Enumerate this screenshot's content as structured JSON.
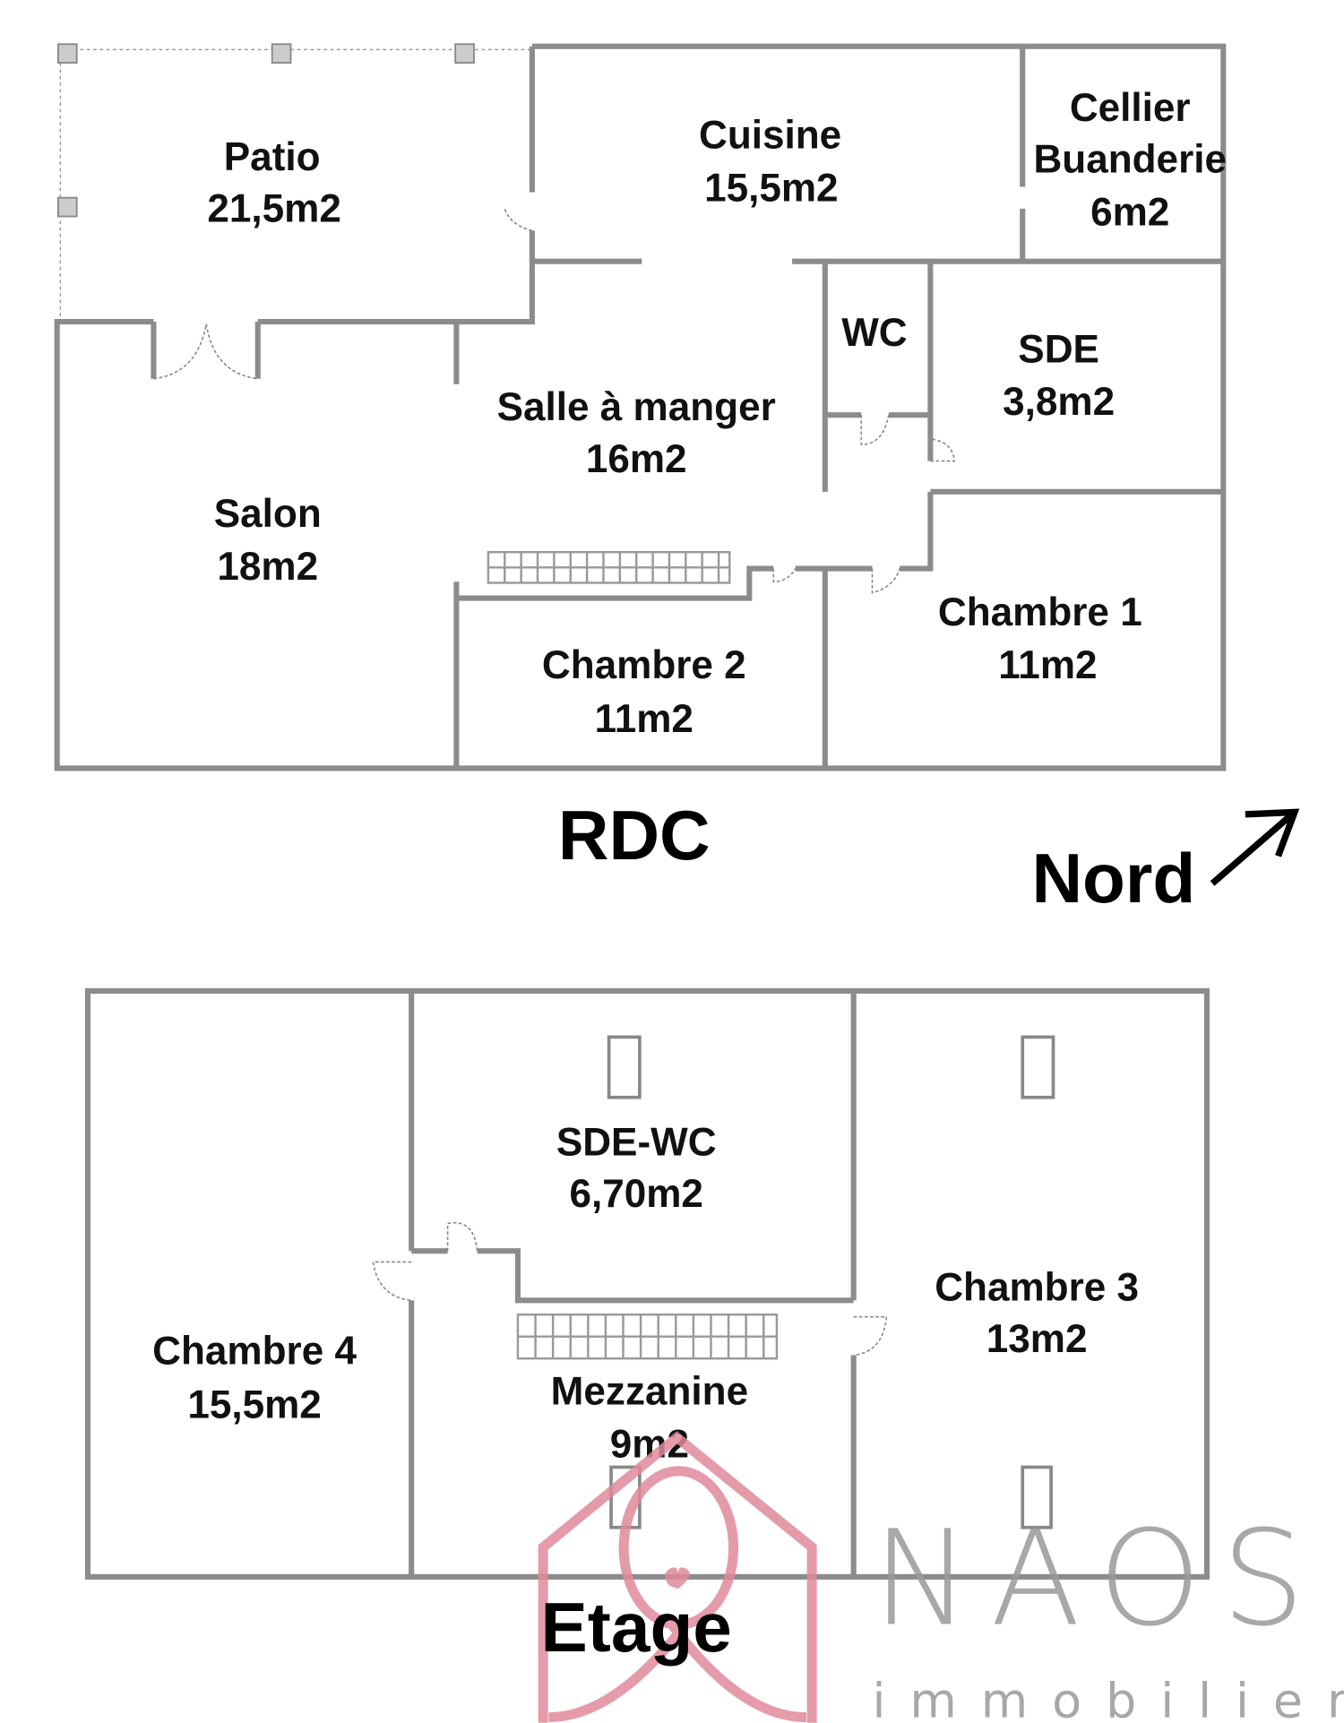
{
  "rdc": {
    "title": "RDC",
    "rooms": [
      {
        "name": "Patio",
        "area": "21,5m2"
      },
      {
        "name": "Cuisine",
        "area": "15,5m2"
      },
      {
        "name": "Cellier",
        "name2": "Buanderie",
        "area": "6m2"
      },
      {
        "name": "WC"
      },
      {
        "name": "SDE",
        "area": "3,8m2"
      },
      {
        "name": "Salle à manger",
        "area": "16m2"
      },
      {
        "name": "Salon",
        "area": "18m2"
      },
      {
        "name": "Chambre 2",
        "area": "11m2"
      },
      {
        "name": "Chambre 1",
        "area": "11m2"
      }
    ]
  },
  "orientation": "Nord",
  "etage": {
    "title": "Etage",
    "rooms": [
      {
        "name": "SDE-WC",
        "area": "6,70m2"
      },
      {
        "name": "Chambre 4",
        "area": "15,5m2"
      },
      {
        "name": "Mezzanine",
        "area": "9m2"
      },
      {
        "name": "Chambre 3",
        "area": "13m2"
      }
    ]
  },
  "logo": {
    "brand": "NAOS",
    "sub": "immobilier",
    "color": "#e08a9a"
  }
}
